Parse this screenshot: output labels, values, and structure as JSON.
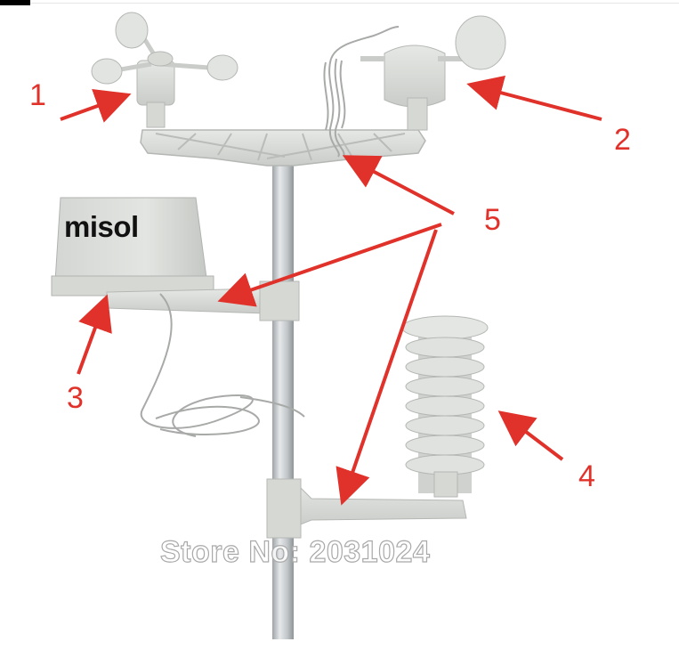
{
  "image": {
    "brand_label": "misol",
    "watermark": "Store No: 2031024",
    "callouts": [
      {
        "id": "1",
        "label": "1"
      },
      {
        "id": "2",
        "label": "2"
      },
      {
        "id": "3",
        "label": "3"
      },
      {
        "id": "4",
        "label": "4"
      },
      {
        "id": "5",
        "label": "5"
      }
    ]
  },
  "colors": {
    "callout": "#e0322a",
    "plastic": "#d9dcd8",
    "pole": "#c4c7c9",
    "background": "#ffffff"
  }
}
